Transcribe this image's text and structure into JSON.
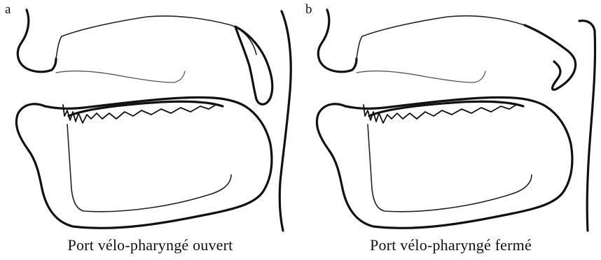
{
  "panels": [
    {
      "letter": "a",
      "caption": "Port vélo-pharyngé ouvert",
      "velum_state": "open"
    },
    {
      "letter": "b",
      "caption": "Port vélo-pharyngé fermé",
      "velum_state": "closed"
    }
  ]
}
